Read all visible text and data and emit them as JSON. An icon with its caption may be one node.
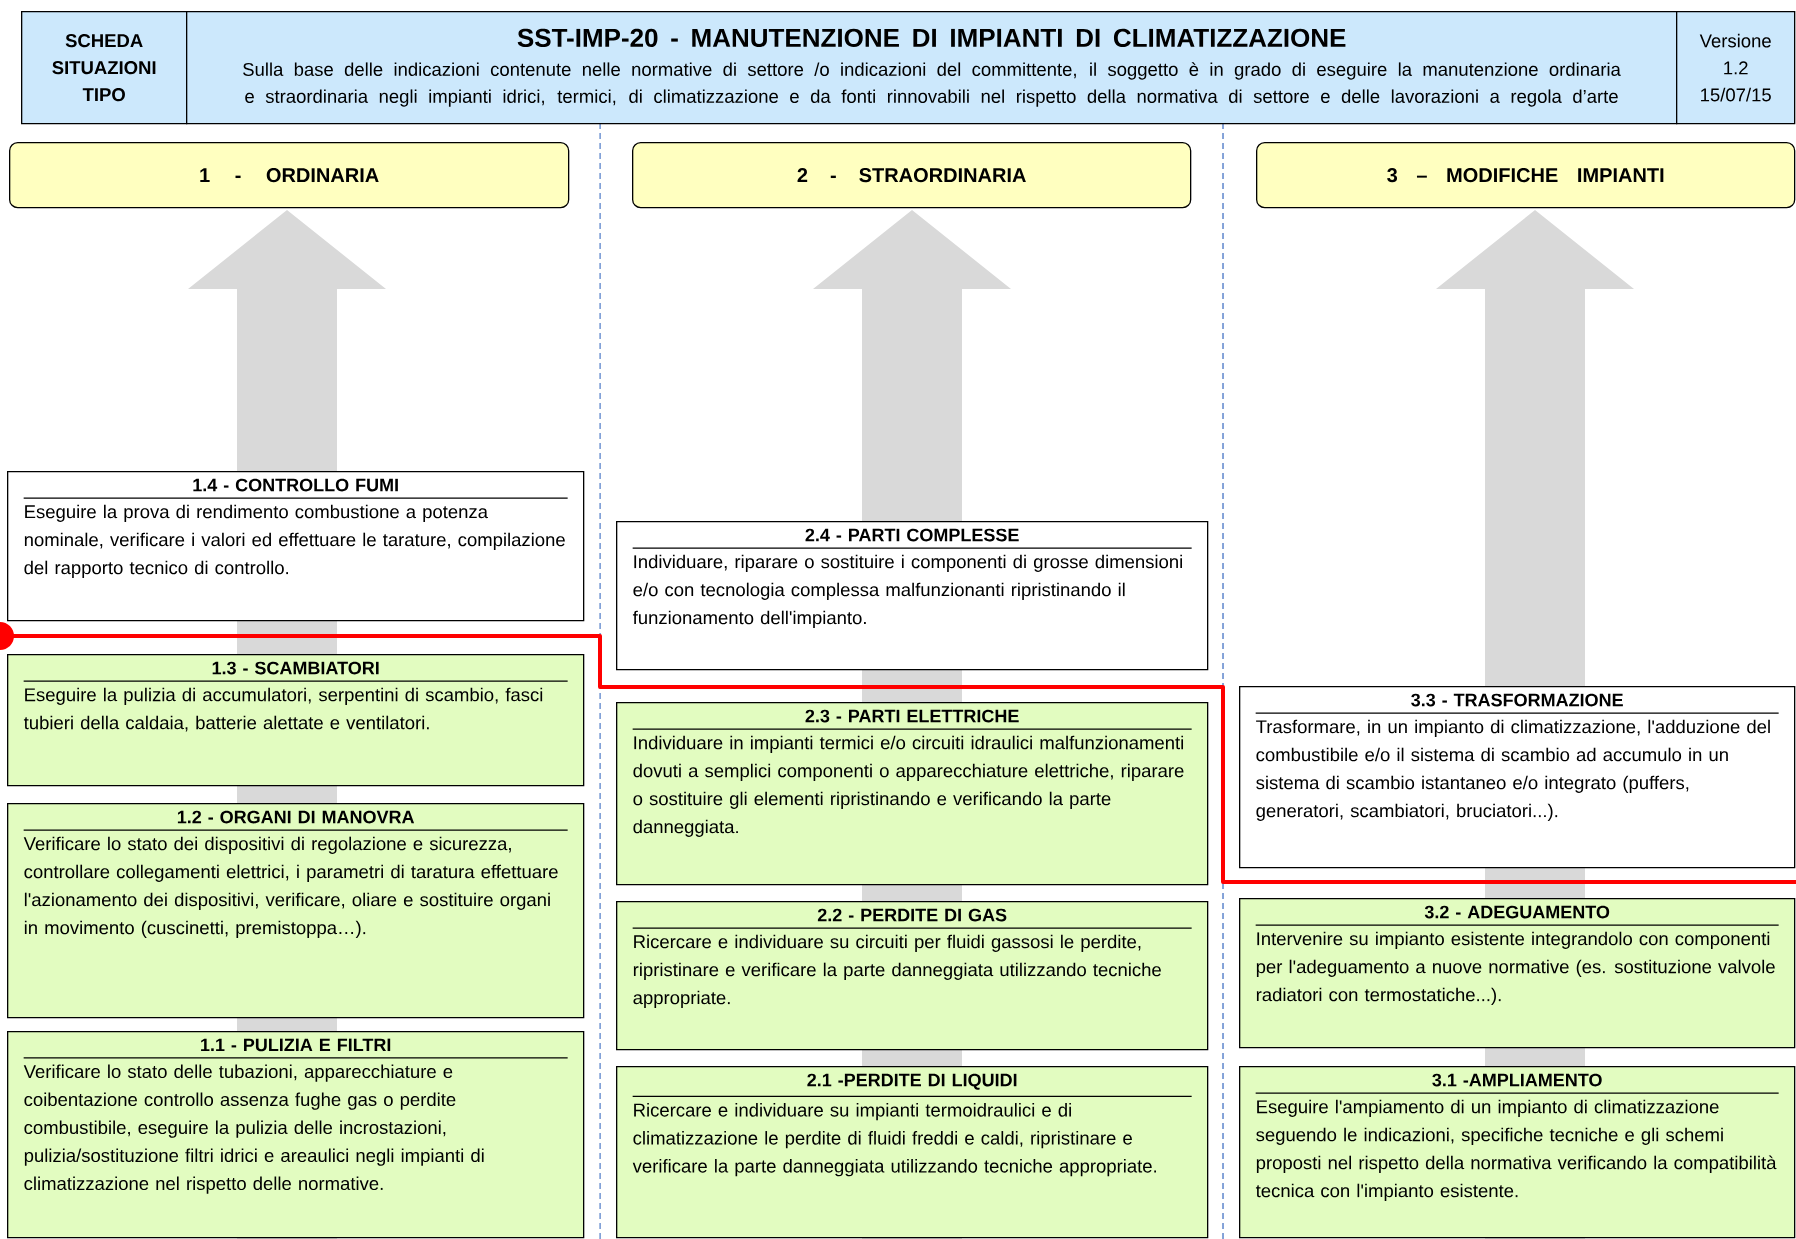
{
  "diagram": {
    "nodes": [
      {
        "text": [
          "SCHEDA SITUAZIONI TIPO"
        ]
      },
      {
        "text": [
          "SST-IMP-20  -  MANUTENZIONE DI IMPIANTI DI CLIMATIZZAZIONE",
          "Sulla base delle indicazioni contenute nelle normative di settore /o indicazioni del committente, il soggetto è in grado di eseguire la manutenzione ordinaria e straordinaria negli impianti idrici, termici, di climatizzazione e da fonti rinnovabili nel rispetto della normativa di settore e delle lavorazioni a regola d’arte"
        ]
      },
      {
        "text": [
          "Versione",
          "1.2",
          "15/07/15"
        ]
      },
      {
        "text": [
          "1 - ORDINARIA"
        ]
      },
      {
        "text": [
          "2 - STRAORDINARIA"
        ]
      },
      {
        "text": [
          "3 – MODIFICHE IMPIANTI"
        ]
      },
      {
        "text": [
          "1.4 - CONTROLLO FUMI",
          "Eseguire la prova di rendimento combustione a potenza nominale, verificare i valori ed effettuare le tarature, compilazione del rapporto tecnico di controllo."
        ]
      },
      {
        "text": [
          "1.3 - SCAMBIATORI",
          "Eseguire la pulizia di accumulatori, serpentini di scambio, fasci tubieri della caldaia, batterie alettate e ventilatori."
        ]
      },
      {
        "text": [
          "1.2 - ORGANI DI MANOVRA",
          "Verificare lo stato dei dispositivi di regolazione e sicurezza, controllare collegamenti elettrici, i parametri di taratura effettuare l'azionamento dei dispositivi, verificare, oliare e sostituire organi in movimento (cuscinetti, premistoppa…)."
        ]
      },
      {
        "text": [
          "1.1 - PULIZIA E FILTRI",
          "Verificare lo stato delle tubazioni, apparecchiature e coibentazione controllo assenza fughe gas o perdite combustibile, eseguire la pulizia delle incrostazioni, pulizia/sostituzione filtri idrici e areaulici negli impianti di climatizzazione nel rispetto delle normative."
        ]
      },
      {
        "text": [
          "2.4 - PARTI COMPLESSE",
          "Individuare, riparare o sostituire i componenti di grosse dimensioni e/o con tecnologia complessa malfunzionanti ripristinando il funzionamento dell'impianto."
        ]
      },
      {
        "text": [
          "2.3 - PARTI ELETTRICHE",
          "Individuare in impianti termici e/o circuiti idraulici malfunzionamenti dovuti a semplici componenti o apparecchiature elettriche, riparare o sostituire gli elementi ripristinando e verificando la parte danneggiata."
        ]
      },
      {
        "text": [
          "2.2 - PERDITE DI GAS",
          "Ricercare e individuare su circuiti per fluidi gassosi le perdite, ripristinare e verificare la parte danneggiata utilizzando tecniche appropriate."
        ]
      },
      {
        "text": [
          "2.1 -PERDITE DI LIQUIDI",
          "Ricercare e individuare su impianti termoidraulici e di climatizzazione le perdite di fluidi freddi e caldi, ripristinare e verificare la parte danneggiata utilizzando tecniche appropriate."
        ]
      },
      {
        "text": [
          "3.3 - TRASFORMAZIONE",
          "Trasformare, in un impianto di climatizzazione, l'adduzione del combustibile e/o il sistema di scambio ad accumulo in un sistema di scambio istantaneo e/o integrato (puffers, generatori, scambiatori, bruciatori...)."
        ]
      },
      {
        "text": [
          "3.2 - ADEGUAMENTO",
          "Intervenire su impianto esistente integrandolo con componenti per l'adeguamento a nuove normative (es. sostituzione valvole radiatori con termostatiche...)."
        ]
      },
      {
        "text": [
          "3.1 -AMPLIAMENTO",
          "Eseguire l'ampiamento di un impianto di climatizzazione seguendo le indicazioni, specifiche tecniche e gli schemi proposti nel rispetto della normativa verificando la compatibilità tecnica con l'impianto esistente."
        ]
      }
    ]
  }
}
